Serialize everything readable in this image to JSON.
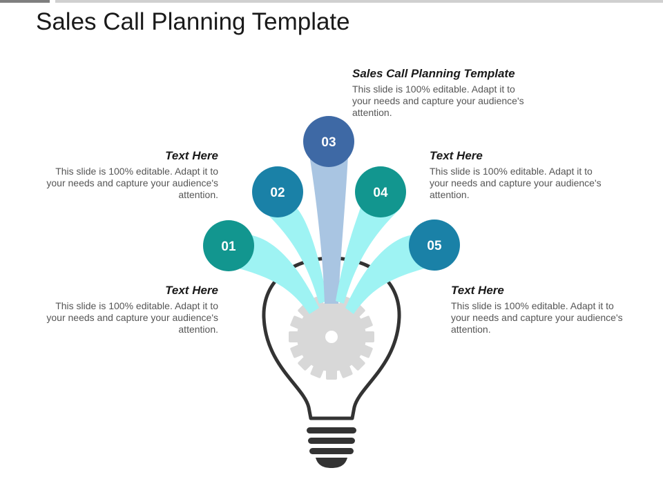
{
  "title": "Sales Call Planning Template",
  "colors": {
    "c01": "#12968f",
    "c02": "#1a81a7",
    "c03": "#3e69a5",
    "c04": "#12968f",
    "c05": "#1a81a7",
    "ray_cyan": "#9ef3f3",
    "ray_blue": "#a9c5e2",
    "bulb": "#333333",
    "gear": "#d8d8d8"
  },
  "steps": [
    {
      "number": "01"
    },
    {
      "number": "02"
    },
    {
      "number": "03"
    },
    {
      "number": "04"
    },
    {
      "number": "05"
    }
  ],
  "blocks": {
    "top": {
      "heading": "Sales Call Planning Template",
      "body": "This slide is 100% editable. Adapt it to your needs and capture your audience's attention."
    },
    "upper_left": {
      "heading": "Text Here",
      "body": "This slide is 100% editable. Adapt it to your needs and capture your audience's attention."
    },
    "upper_right": {
      "heading": "Text Here",
      "body": "This slide is 100% editable. Adapt it to your needs and capture your audience's attention."
    },
    "lower_left": {
      "heading": "Text Here",
      "body": "This slide is 100% editable. Adapt it to your needs and capture your audience's attention."
    },
    "lower_right": {
      "heading": "Text Here",
      "body": "This slide is 100% editable. Adapt it to your needs and capture your audience's attention."
    }
  }
}
